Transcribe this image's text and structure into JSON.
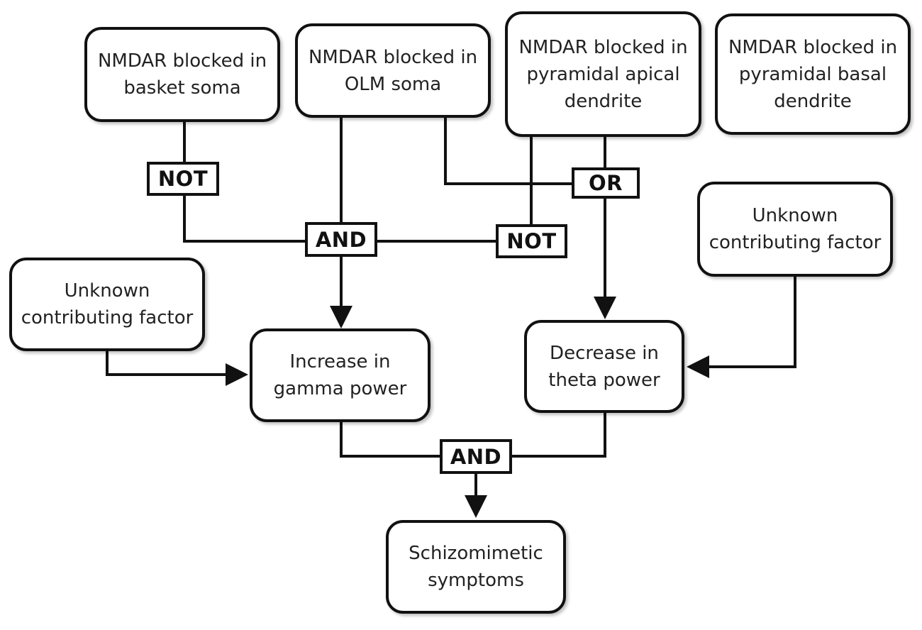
{
  "nodes": {
    "basket": "NMDAR blocked in\nbasket soma",
    "olm": "NMDAR blocked in\nOLM soma",
    "apical": "NMDAR blocked in\npyramidal apical\ndendrite",
    "basal": "NMDAR blocked in\npyramidal basal\ndendrite",
    "unknown_left": "Unknown\ncontributing factor",
    "unknown_right": "Unknown\ncontributing factor",
    "gamma": "Increase in\ngamma power",
    "theta": "Decrease in\ntheta power",
    "symptoms": "Schizomimetic\nsymptoms"
  },
  "gates": {
    "not_basket": "NOT",
    "and_gamma": "AND",
    "not_apical": "NOT",
    "or_theta": "OR",
    "and_symptoms": "AND"
  },
  "colors": {
    "stroke": "#111111",
    "text": "#222222",
    "background": "#ffffff"
  }
}
